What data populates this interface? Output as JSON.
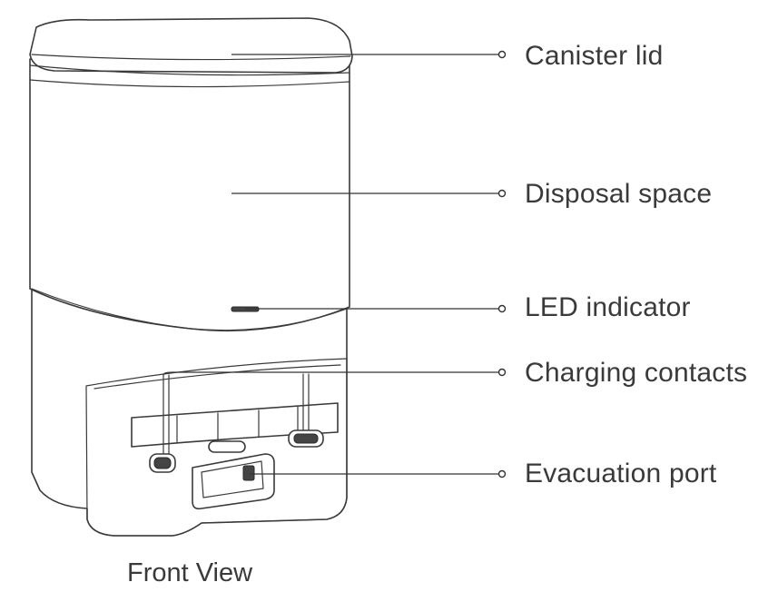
{
  "callouts": [
    {
      "id": "canister-lid",
      "label": "Canister lid"
    },
    {
      "id": "disposal-space",
      "label": "Disposal space"
    },
    {
      "id": "led-indicator",
      "label": "LED indicator"
    },
    {
      "id": "charging-contacts",
      "label": "Charging contacts"
    },
    {
      "id": "evacuation-port",
      "label": "Evacuation port"
    }
  ],
  "caption": "Front View"
}
